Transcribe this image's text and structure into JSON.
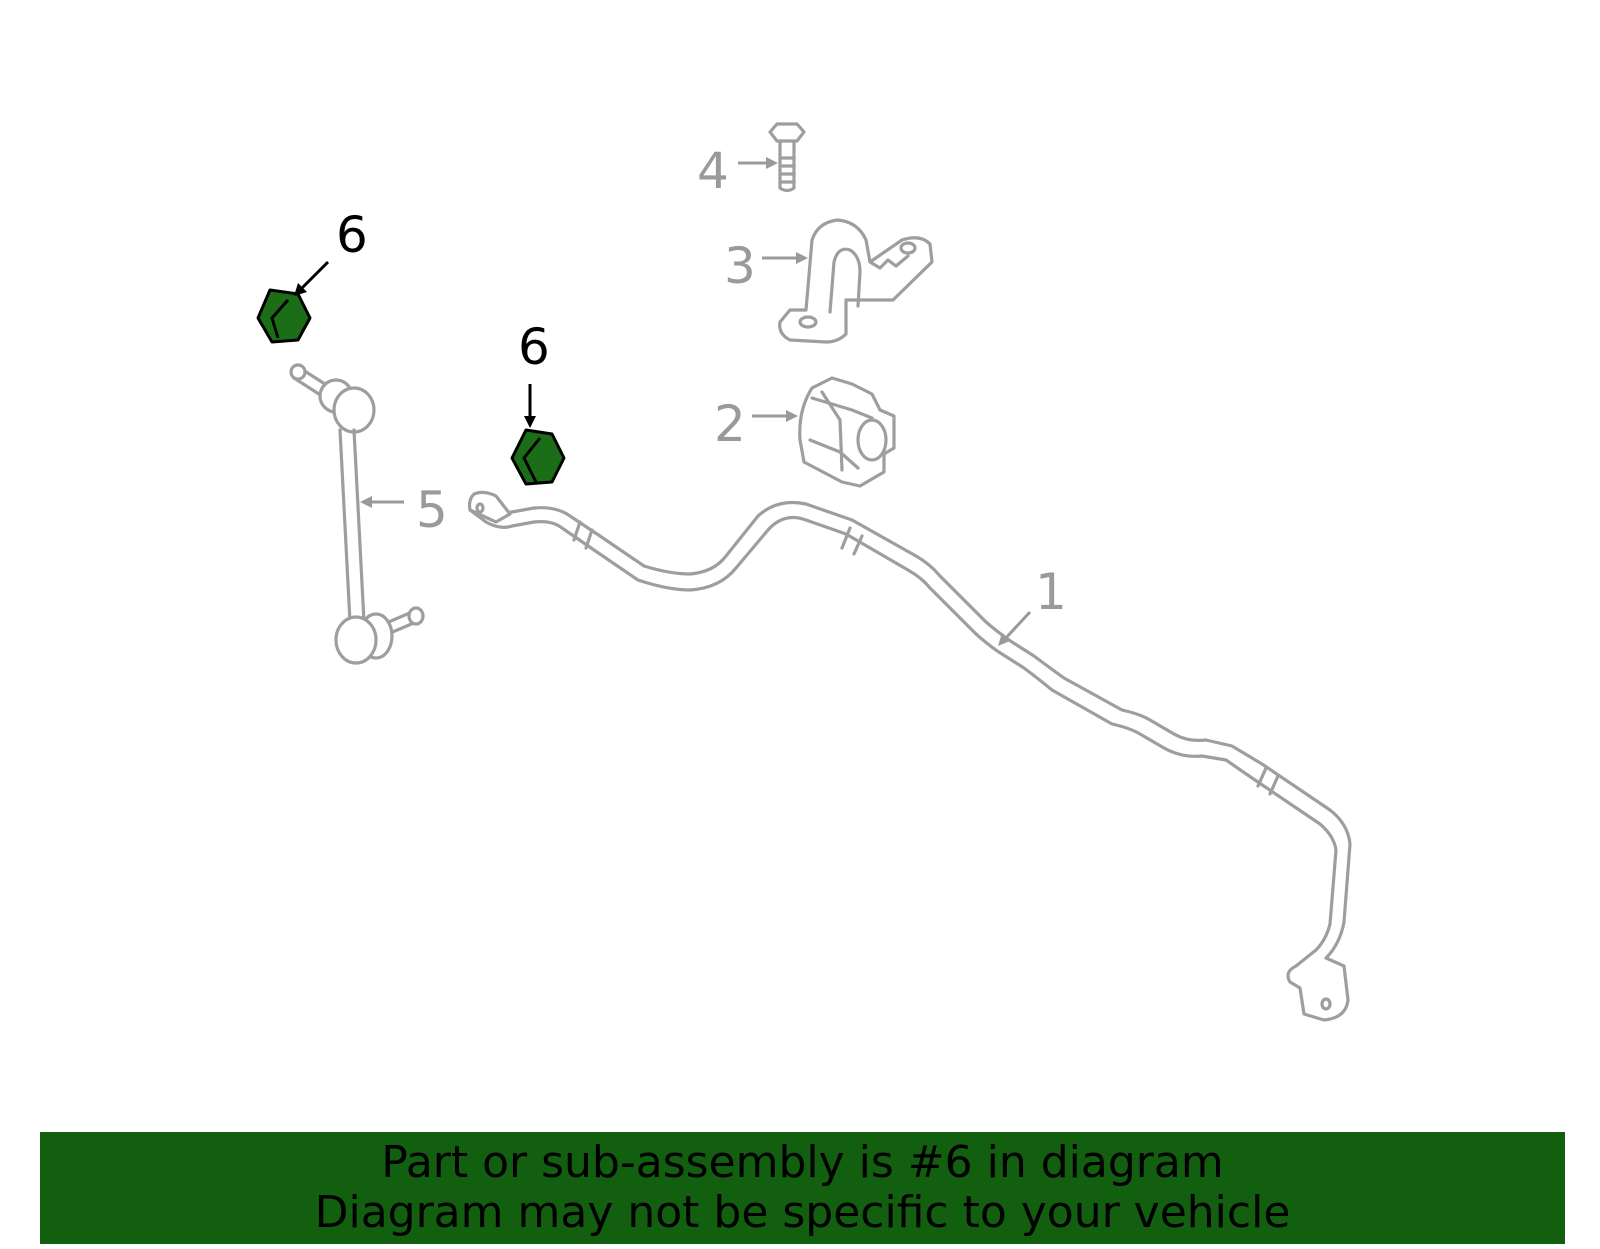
{
  "callouts": {
    "part1": "1",
    "part2": "2",
    "part3": "3",
    "part4": "4",
    "part5": "5",
    "part6_a": "6",
    "part6_b": "6"
  },
  "highlight": {
    "part_number": "6",
    "color": "#1b6e17",
    "outline_color": "#000000"
  },
  "colors": {
    "line_art": "#9e9e9e",
    "banner_bg": "#115f0f",
    "banner_text": "#000000"
  },
  "banner": {
    "line1": "Part or sub-assembly is #6 in diagram",
    "line2": "Diagram may not be specific to your vehicle"
  }
}
